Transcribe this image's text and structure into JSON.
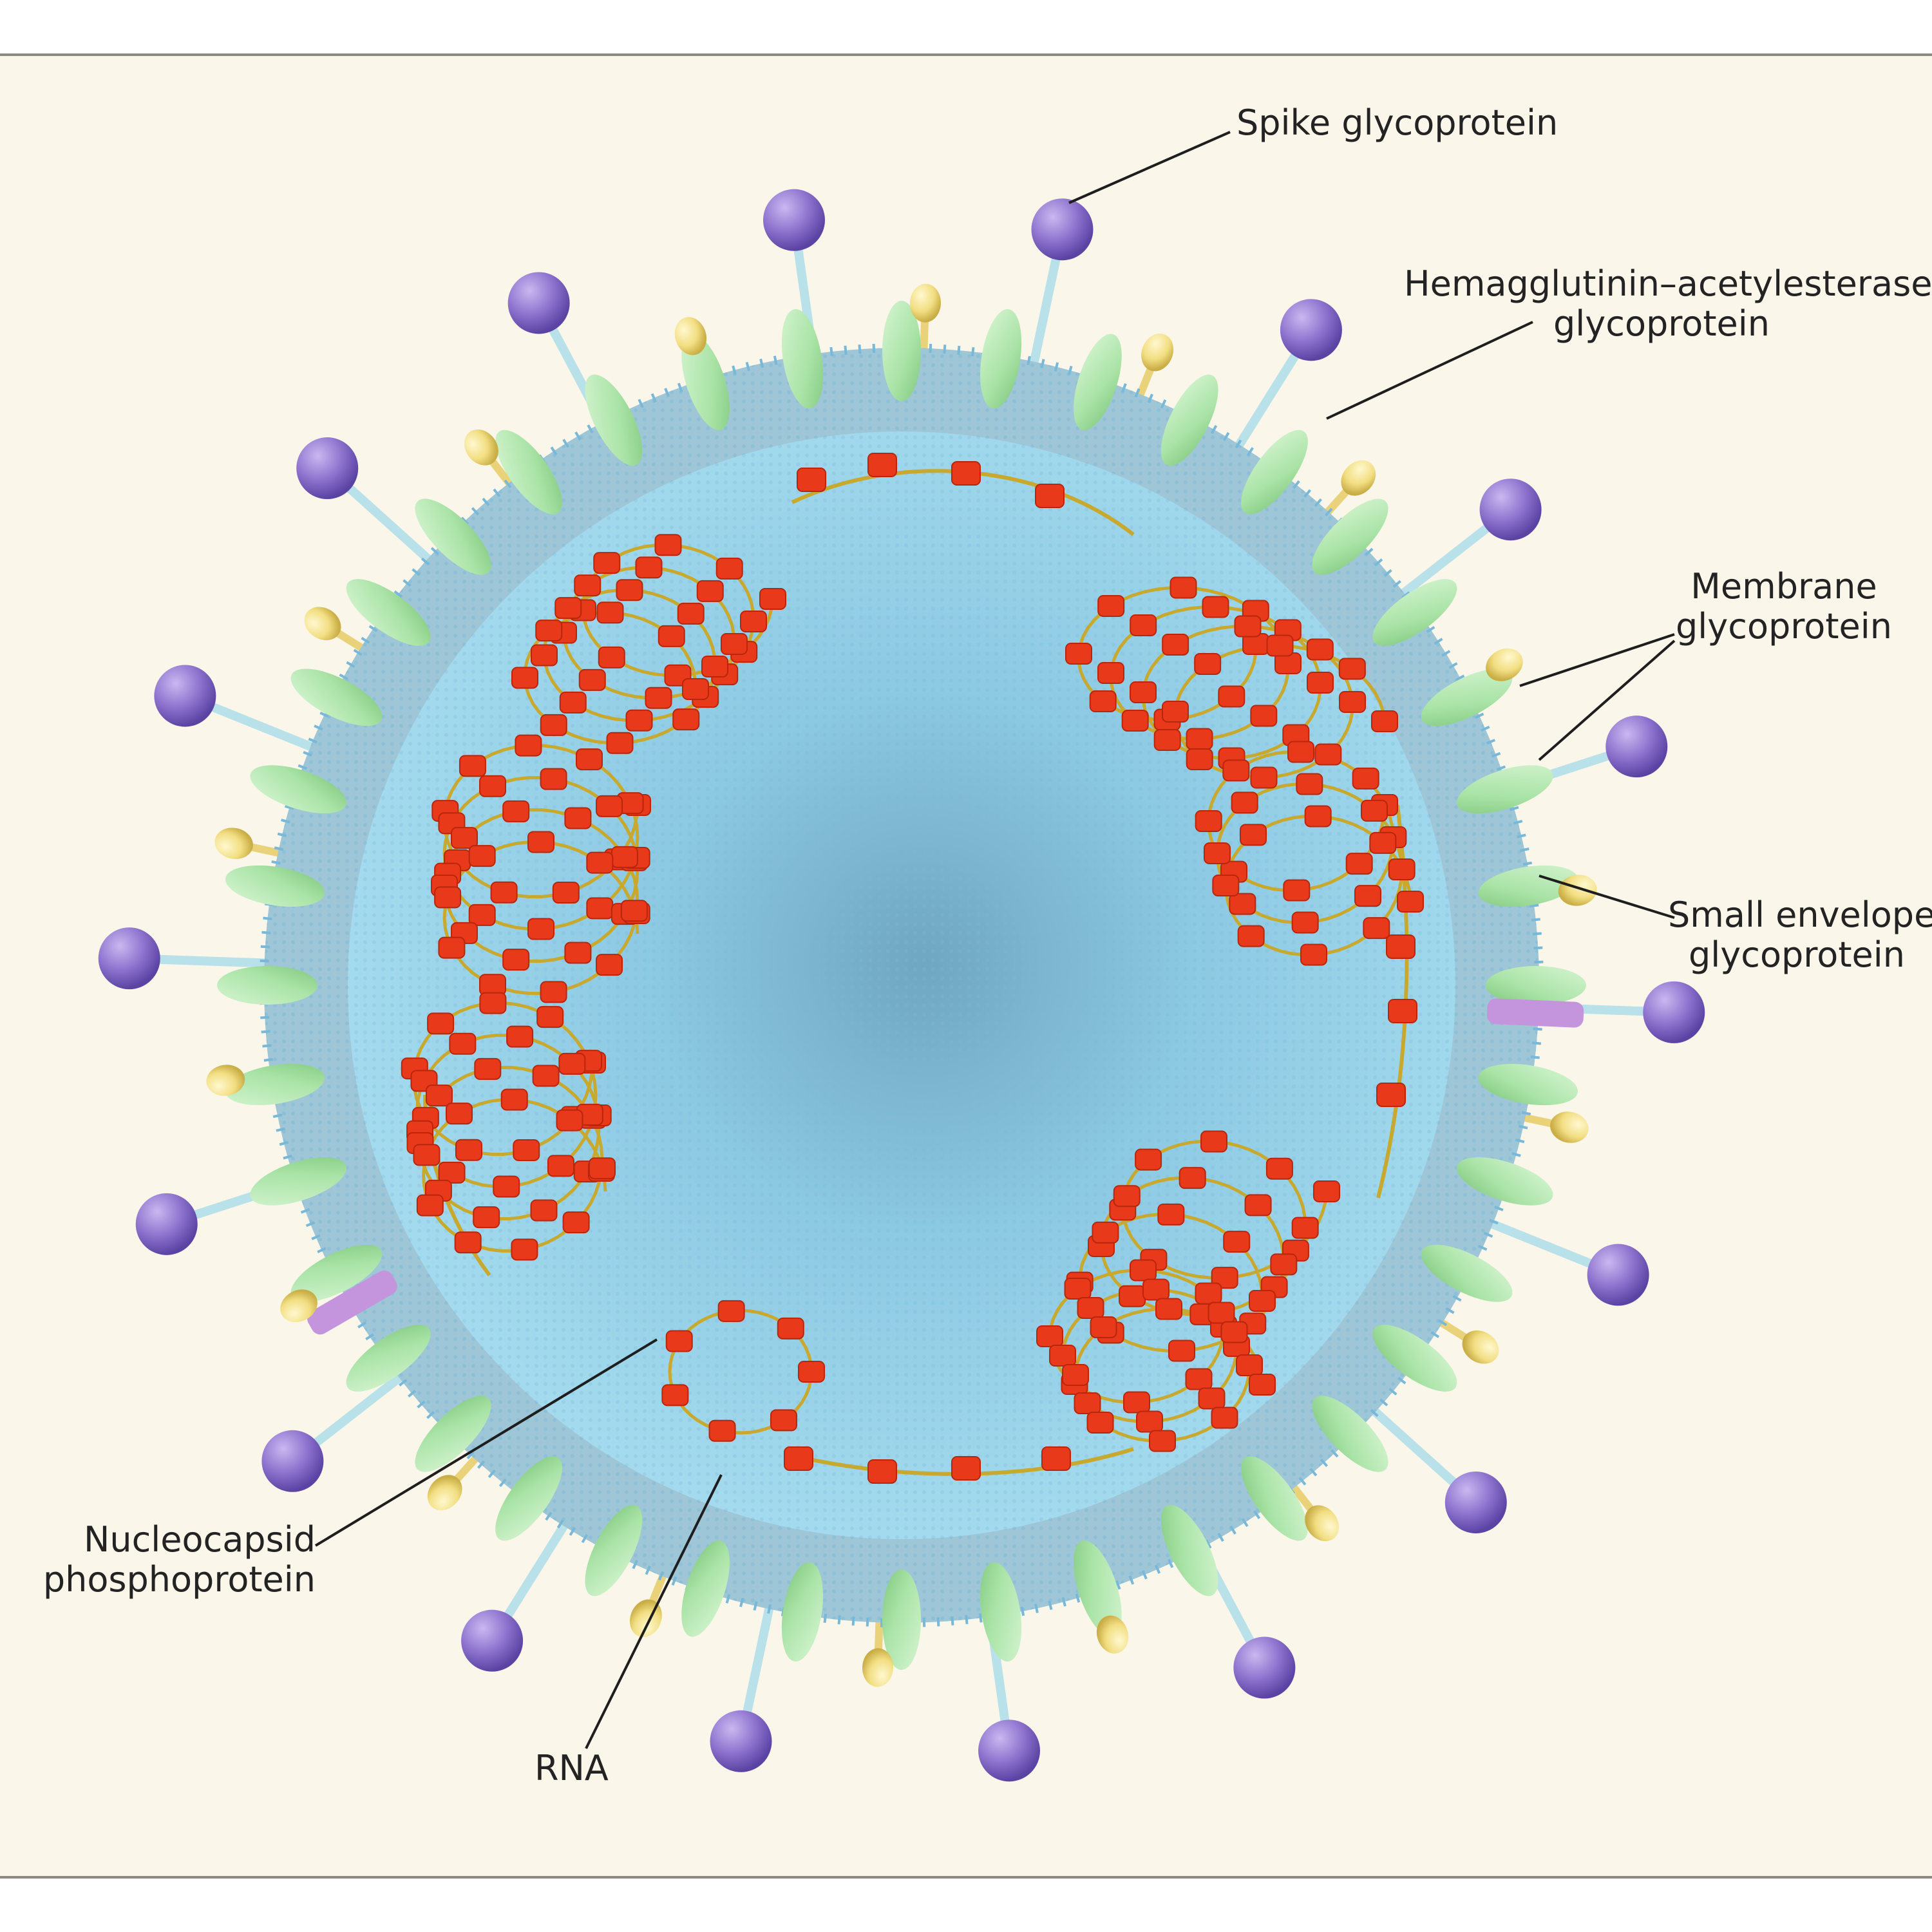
{
  "labels": {
    "spike": "Spike glycoprotein",
    "hemagglutinin_l1": "Hemagglutinin–acetylesterase",
    "hemagglutinin_l2": "glycoprotein",
    "membrane_l1": "Membrane",
    "membrane_l2": "glycoprotein",
    "small_envelope_l1": "Small envelope",
    "small_envelope_l2": "glycoprotein",
    "nucleocapsid_l1": "Nucleocapsid",
    "nucleocapsid_l2": "phosphoprotein",
    "rna": "RNA"
  },
  "colors": {
    "background": "#fbf6ea",
    "frame": "#8a8a7e",
    "membrane": "#9fc6d6",
    "membrane_dots": "#78b8d9",
    "interior": "#8ecbe4",
    "spike_head": "#8f74cf",
    "spike_stem": "#b9e1ea",
    "he_head": "#f2de82",
    "membrane_protein": "#a9e3a6",
    "envelope_protein": "#c495dd",
    "nucleocapsid": "#e8391b",
    "rna_strand": "#c9a92d",
    "leader": "#1e1e1e"
  }
}
